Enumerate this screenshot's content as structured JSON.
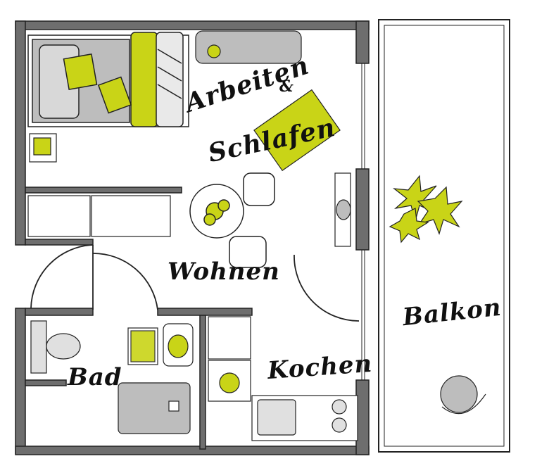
{
  "labels": {
    "arbeiten": "Arbeiten",
    "ampersand": "&",
    "schlafen": "Schlafen",
    "wohnen": "Wohnen",
    "bad": "Bad",
    "kochen": "Kochen",
    "balkon": "Balkon"
  },
  "colors": {
    "wall": "#6e6e6e",
    "accent": "#c9d417",
    "furniture": "#bdbdbd",
    "outline": "#222222"
  }
}
